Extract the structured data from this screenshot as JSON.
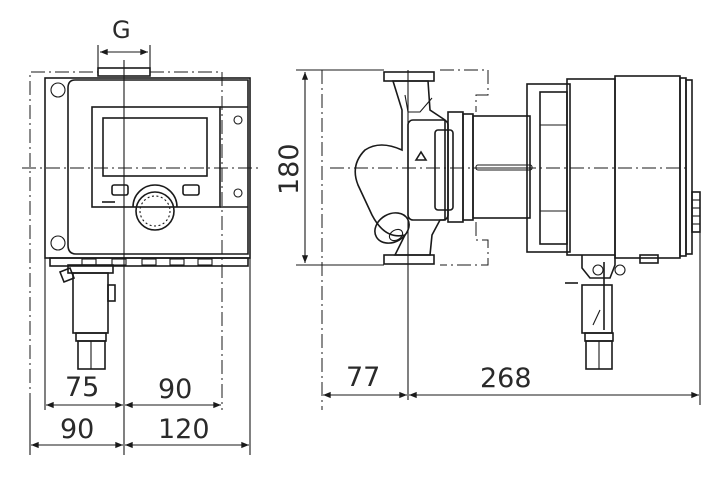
{
  "drawing": {
    "type": "pump dimension drawing",
    "views": [
      "front-view",
      "side-view"
    ],
    "line_color": "#1a1a1a",
    "text_color": "#2a2a2a",
    "background": "#ffffff"
  },
  "labels": {
    "thread": "G",
    "height": "180",
    "front_left_inner": "75",
    "front_right_inner": "90",
    "front_left_outer": "90",
    "front_right_outer": "120",
    "side_left": "77",
    "side_right": "268"
  }
}
